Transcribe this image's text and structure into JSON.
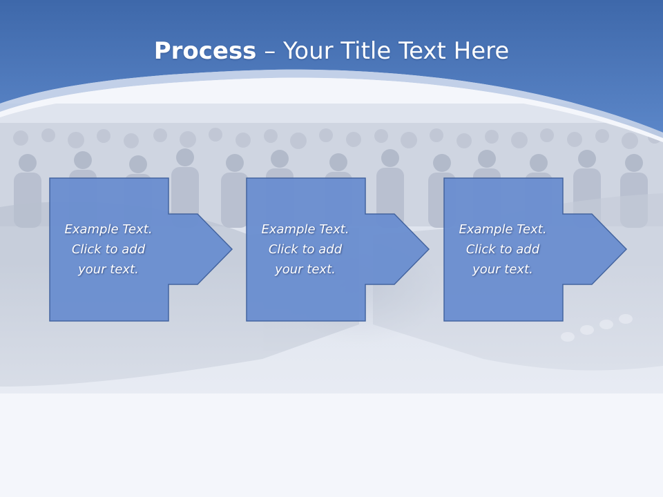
{
  "slide": {
    "title_bold": "Process",
    "title_rest": " – Your Title Text Here"
  },
  "steps": [
    {
      "text": "Example Text. Click  to add your text."
    },
    {
      "text": "Example Text. Click  to add your text."
    },
    {
      "text": "Example Text. Click  to add your text."
    }
  ],
  "colors": {
    "header_blue": "#4a76b9",
    "header_blue_light": "#6d94cf",
    "box_fill": "#6a8ed0",
    "box_border": "#3d5f9c"
  }
}
